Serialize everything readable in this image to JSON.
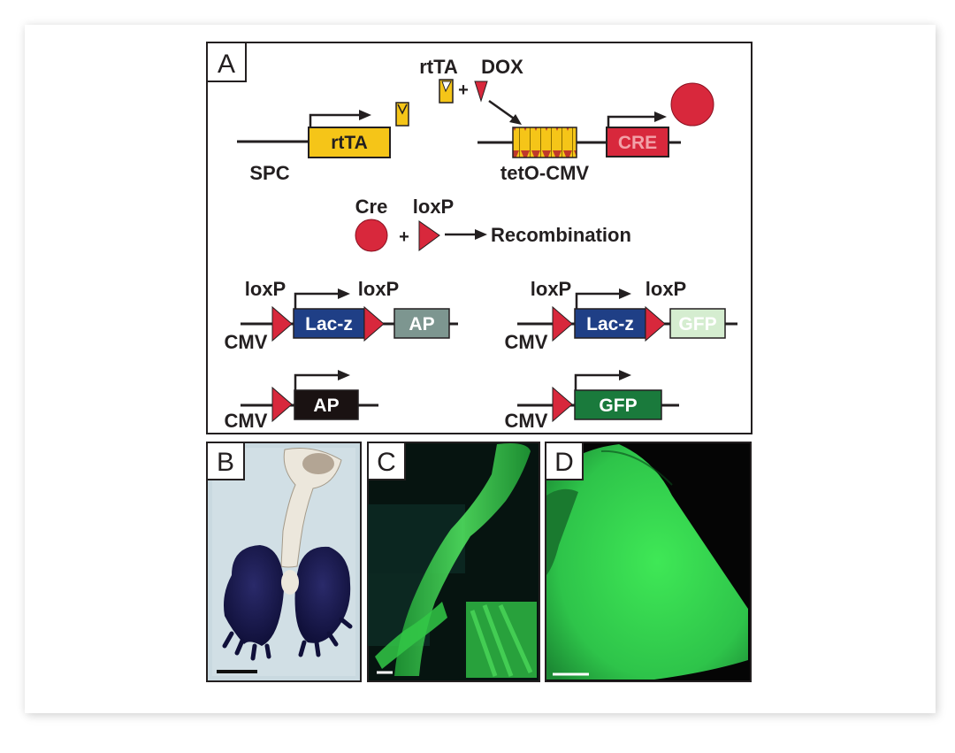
{
  "panels": {
    "a": {
      "letter": "A"
    },
    "b": {
      "letter": "B"
    },
    "c": {
      "letter": "C"
    },
    "d": {
      "letter": "D"
    }
  },
  "diagram": {
    "rtta_top": "rtTA",
    "dox": "DOX",
    "plus": "+",
    "rtta_box": "rtTA",
    "spc": "SPC",
    "teto_cmv": "tetO-CMV",
    "cre_box": "CRE",
    "cre": "Cre",
    "loxp_top": "loxP",
    "recombination": "Recombination",
    "left_construct": {
      "loxp1": "loxP",
      "loxp2": "loxP",
      "cmv": "CMV",
      "lacz": "Lac-z",
      "ap": "AP"
    },
    "right_construct": {
      "loxp1": "loxP",
      "loxp2": "loxP",
      "cmv": "CMV",
      "lacz": "Lac-z",
      "gfp": "GFP"
    },
    "left_result": {
      "cmv": "CMV",
      "ap": "AP"
    },
    "right_result": {
      "cmv": "CMV",
      "gfp": "GFP"
    }
  },
  "colors": {
    "rtta": "#f5c518",
    "cre": "#d8283c",
    "lacz": "#1f3f86",
    "ap_gray": "#7d9690",
    "gfp_light": "#d5edd0",
    "gfp_dark": "#1a7a3c",
    "fluor_green": "#38d84a"
  }
}
